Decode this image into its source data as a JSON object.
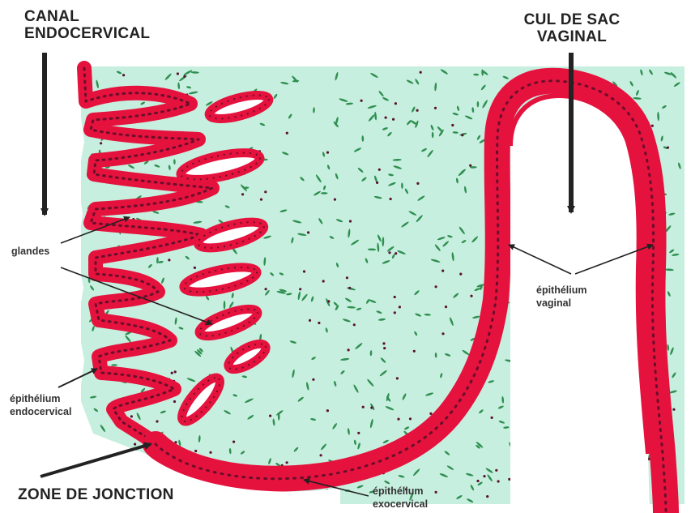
{
  "labels": {
    "canal_line1": "CANAL",
    "canal_line2": "ENDOCERVICAL",
    "cul_line1": "CUL DE SAC",
    "cul_line2": "VAGINAL",
    "glandes": "glandes",
    "epi_vag_line1": "épithélium",
    "epi_vag_line2": "vaginal",
    "epi_endo_line1": "épithélium",
    "epi_endo_line2": "endocervical",
    "zone": "ZONE DE JONCTION",
    "epi_exo_line1": "épithélium",
    "epi_exo_line2": "exocervical"
  },
  "colors": {
    "stroma": "#c7efdf",
    "epithelium": "#e5123e",
    "stroma_cells": "#2f8f50",
    "nuclei": "#5a1030",
    "arrows": "#222222"
  }
}
